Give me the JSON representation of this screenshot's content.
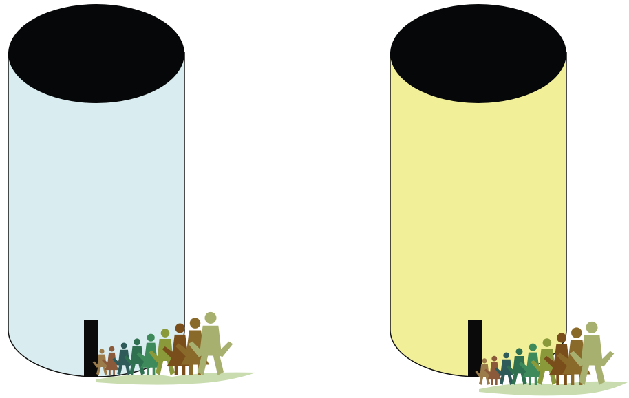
{
  "diagram": {
    "cylinders": [
      {
        "id": "left",
        "body_color": "#d9edf0",
        "top_color": "#060708",
        "outline_color": "#111111"
      },
      {
        "id": "right",
        "body_color": "#f2ef99",
        "top_color": "#060708",
        "outline_color": "#111111"
      }
    ],
    "people_group": {
      "icon": "paper-people-chain-icon",
      "figure_count": 9,
      "figure_colors": [
        "#9c7b4a",
        "#8a5a3a",
        "#2f5a5a",
        "#2e7050",
        "#3f8a5a",
        "#8a9a3a",
        "#7a4e1a",
        "#8a6a2a",
        "#a8b070"
      ],
      "shadow_color": "#9cc070",
      "doorway_color": "#0a0a0a"
    }
  }
}
